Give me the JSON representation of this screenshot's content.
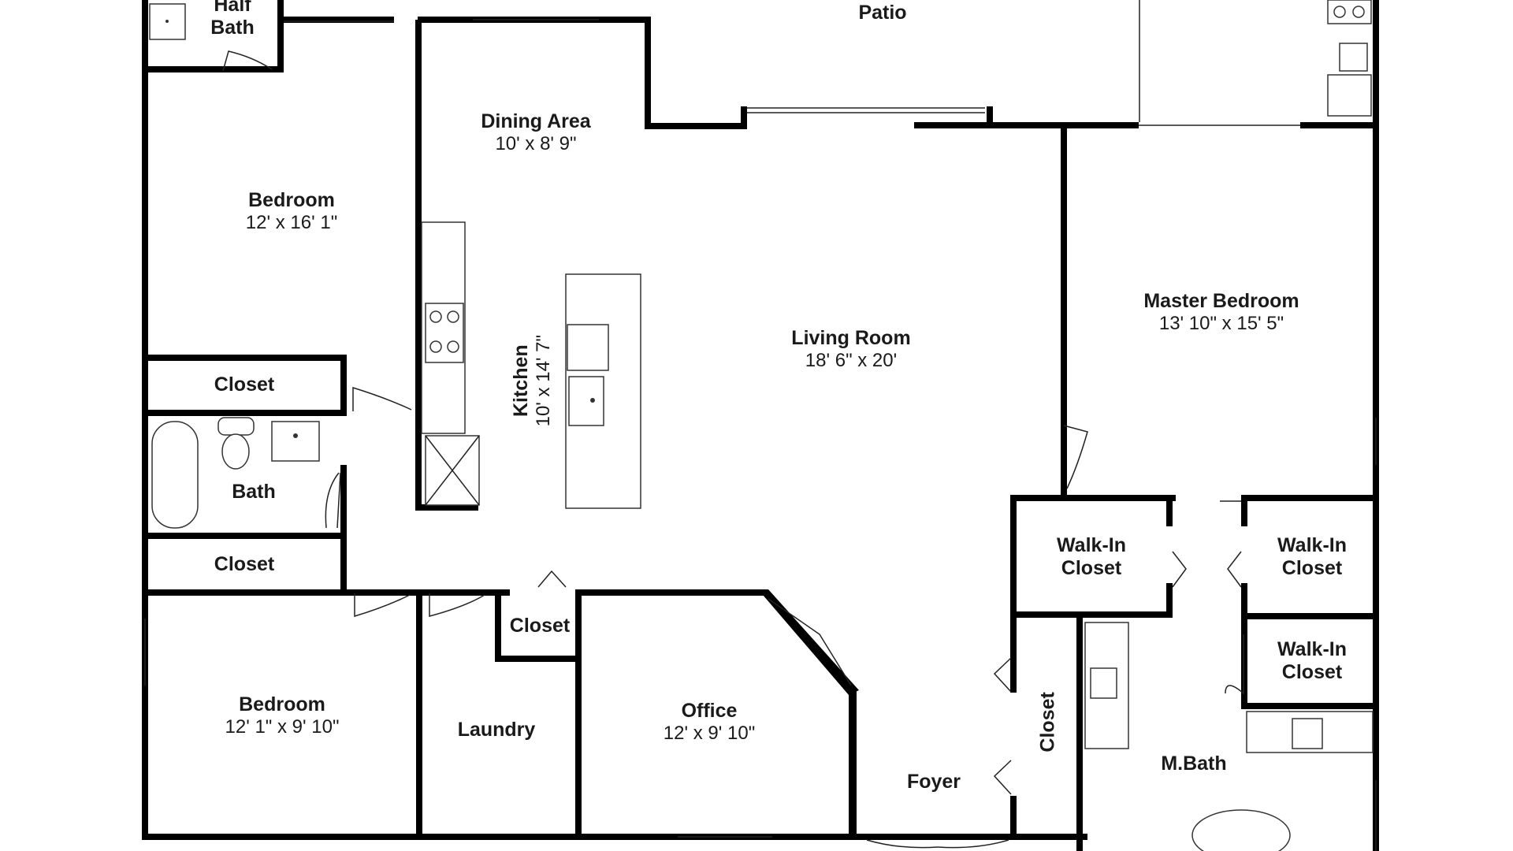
{
  "rooms": {
    "half_bath": {
      "name": "Half\nBath"
    },
    "patio": {
      "name": "Patio"
    },
    "dining": {
      "name": "Dining Area",
      "dim": "10' x 8' 9\""
    },
    "bedroom_top": {
      "name": "Bedroom",
      "dim": "12' x 16' 1\""
    },
    "master": {
      "name": "Master Bedroom",
      "dim": "13' 10\" x 15' 5\""
    },
    "living": {
      "name": "Living Room",
      "dim": "18' 6\" x 20'"
    },
    "kitchen": {
      "name": "Kitchen",
      "dim": "10' x 14' 7\""
    },
    "closet_1": {
      "name": "Closet"
    },
    "bath": {
      "name": "Bath"
    },
    "closet_2": {
      "name": "Closet"
    },
    "walkin_1": {
      "name": "Walk-In\nCloset"
    },
    "walkin_2": {
      "name": "Walk-In\nCloset"
    },
    "walkin_3": {
      "name": "Walk-In\nCloset"
    },
    "closet_3": {
      "name": "Closet"
    },
    "bedroom_bottom": {
      "name": "Bedroom",
      "dim": "12' 1\" x 9' 10\""
    },
    "laundry": {
      "name": "Laundry"
    },
    "office": {
      "name": "Office",
      "dim": "12' x 9' 10\""
    },
    "foyer": {
      "name": "Foyer"
    },
    "closet_4": {
      "name": "Closet"
    },
    "mbath": {
      "name": "M.Bath"
    }
  },
  "colors": {
    "wall": "#000000",
    "fixture": "#333333"
  }
}
